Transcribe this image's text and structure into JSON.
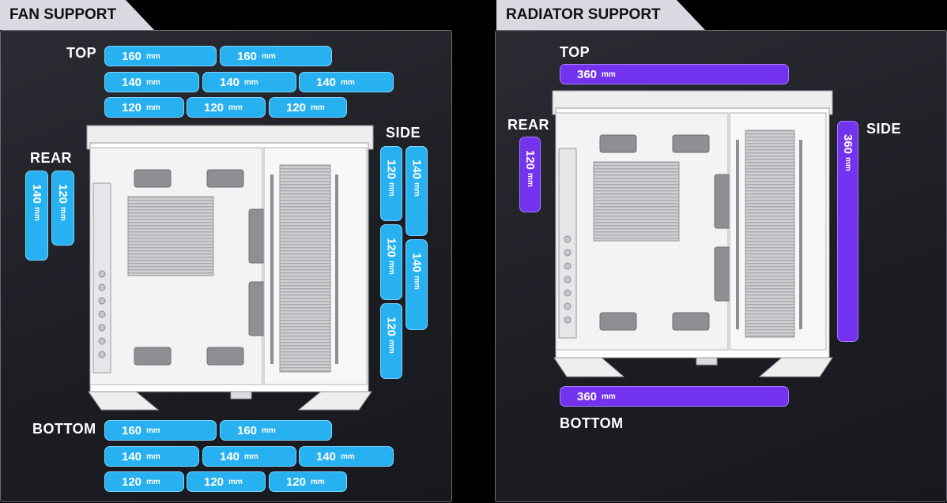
{
  "fan_support": {
    "title": "FAN SUPPORT",
    "labels": {
      "top": "TOP",
      "rear": "REAR",
      "side": "SIDE",
      "bottom": "BOTTOM"
    },
    "top": [
      [
        "160",
        "160"
      ],
      [
        "140",
        "140",
        "140"
      ],
      [
        "120",
        "120",
        "120"
      ]
    ],
    "rear": [
      "140",
      "120"
    ],
    "side": [
      "120",
      "140",
      "120",
      "140",
      "120"
    ],
    "bottom": [
      [
        "160",
        "160"
      ],
      [
        "140",
        "140",
        "140"
      ],
      [
        "120",
        "120",
        "120"
      ]
    ],
    "unit": "mm"
  },
  "radiator_support": {
    "title": "RADIATOR SUPPORT",
    "labels": {
      "top": "TOP",
      "rear": "REAR",
      "side": "SIDE",
      "bottom": "BOTTOM"
    },
    "top": "360",
    "rear": "120",
    "side": "360",
    "bottom": "360",
    "unit": "mm"
  },
  "colors": {
    "fan_pill": "#27b1f1",
    "radiator_pill": "#7333ee",
    "tab": "#d9d9e1",
    "panel": "#1f2026"
  }
}
